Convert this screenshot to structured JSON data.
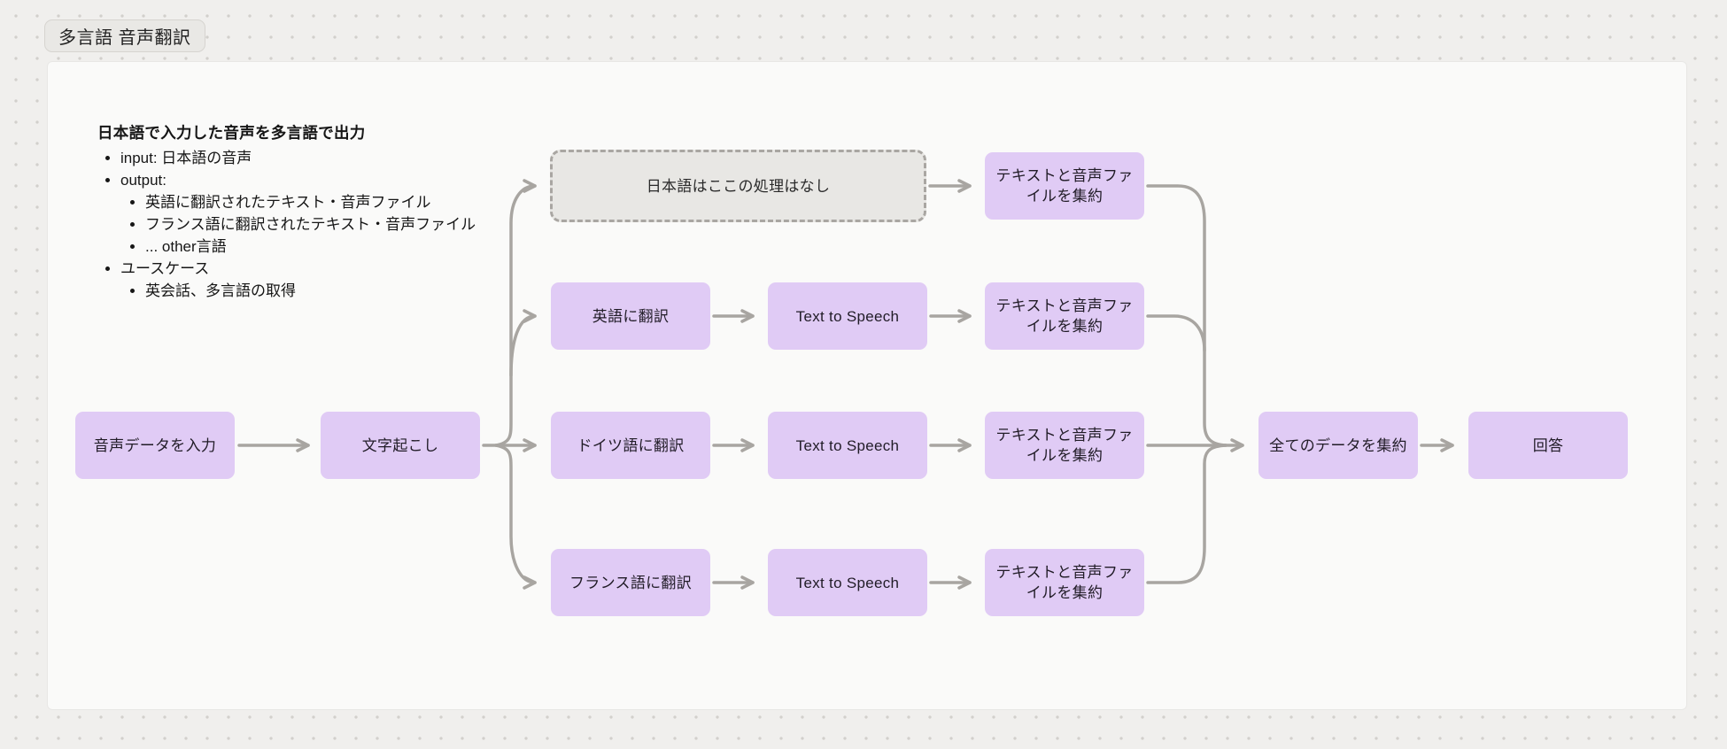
{
  "frame": {
    "title": "多言語 音声翻訳"
  },
  "notes": {
    "heading": "日本語で入力した音声を多言語で出力",
    "bullets": [
      "input: 日本語の音声",
      "output:",
      "英語に翻訳されたテキスト・音声ファイル",
      "フランス語に翻訳されたテキスト・音声ファイル",
      "... other言語",
      "ユースケース",
      "英会話、多言語の取得"
    ]
  },
  "nodes": {
    "audio_input": "音声データを入力",
    "transcribe": "文字起こし",
    "japanese_skip": "日本語はここの処理はなし",
    "translate_en": "英語に翻訳",
    "translate_de": "ドイツ語に翻訳",
    "translate_fr": "フランス語に翻訳",
    "tts": "Text to Speech",
    "aggregate": "テキストと音声ファイルを集約",
    "aggregate_all": "全てのデータを集約",
    "answer": "回答"
  },
  "colors": {
    "node_fill": "#e0cbf5",
    "skip_fill": "#e8e7e4",
    "connector": "#a8a5a1",
    "frame_bg": "#fafaf9",
    "canvas_bg": "#f0efed"
  }
}
